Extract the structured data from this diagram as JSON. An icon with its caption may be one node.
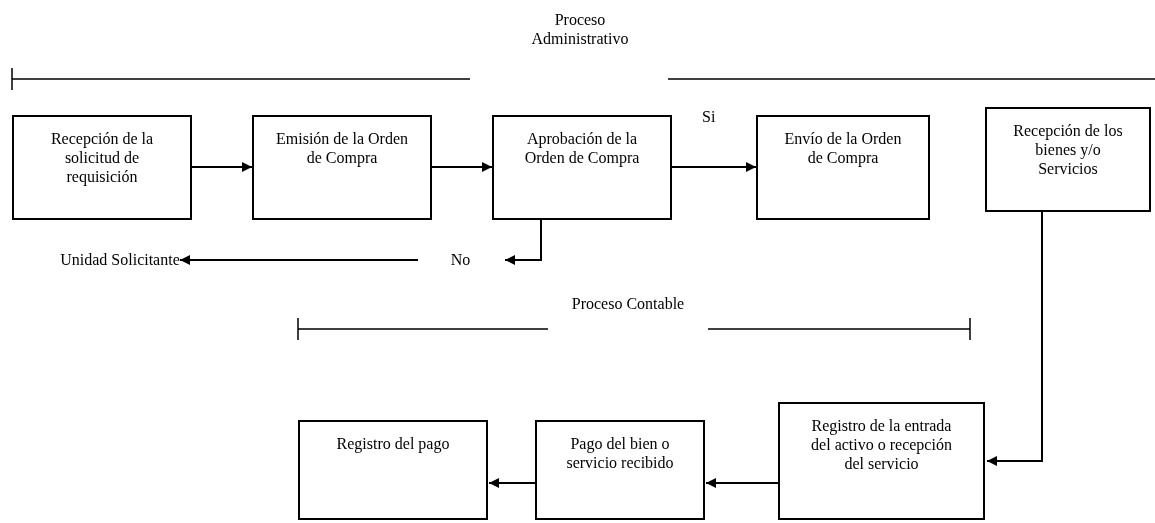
{
  "diagram": {
    "nodes": [
      {
        "text": [
          "Recepción de la solicitud de requisición"
        ]
      },
      {
        "text": [
          "Emisión de la Orden de Compra"
        ]
      },
      {
        "text": [
          "Aprobación de la Orden de Compra"
        ]
      },
      {
        "text": [
          "Envío de la Orden de Compra"
        ]
      },
      {
        "text": [
          "Recepción de los bienes y/o Servicios"
        ]
      },
      {
        "text": [
          "No"
        ]
      },
      {
        "text": [
          "Unidad Solicitante"
        ]
      },
      {
        "text": [
          "Registro de la entrada del activo o recepción del servicio"
        ]
      },
      {
        "text": [
          "Pago del bien o servicio recibido"
        ]
      },
      {
        "text": [
          "Registro del pago"
        ]
      }
    ],
    "edges": [
      {
        "from": 0,
        "to": 1,
        "arrow": "to"
      },
      {
        "from": 1,
        "to": 2,
        "arrow": "to"
      },
      {
        "from": 2,
        "to": 3,
        "arrow": "to",
        "label": "Si"
      },
      {
        "from": 2,
        "to": 5,
        "arrow": "to"
      },
      {
        "from": 5,
        "to": 6,
        "arrow": "to"
      },
      {
        "from": 4,
        "to": 7,
        "arrow": "to"
      },
      {
        "from": 7,
        "to": 8,
        "arrow": "to"
      },
      {
        "from": 8,
        "to": 9,
        "arrow": "to"
      }
    ],
    "labels": [
      "Proceso Administrativo",
      "Proceso Contable"
    ]
  }
}
